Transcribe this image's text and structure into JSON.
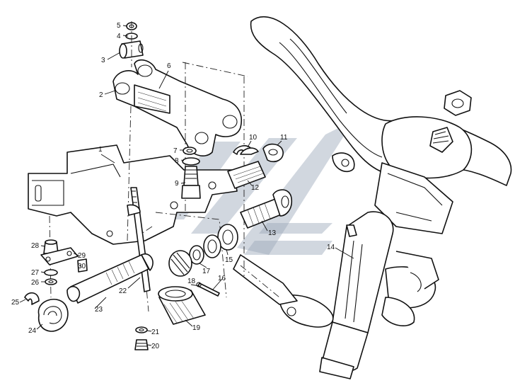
{
  "diagram": {
    "labels": [
      {
        "id": "1",
        "text": "1"
      },
      {
        "id": "2",
        "text": "2"
      },
      {
        "id": "3",
        "text": "3"
      },
      {
        "id": "4",
        "text": "4"
      },
      {
        "id": "5",
        "text": "5"
      },
      {
        "id": "6",
        "text": "6"
      },
      {
        "id": "7",
        "text": "7"
      },
      {
        "id": "8",
        "text": "8"
      },
      {
        "id": "9",
        "text": "9"
      },
      {
        "id": "10",
        "text": "10"
      },
      {
        "id": "11",
        "text": "11"
      },
      {
        "id": "12",
        "text": "12"
      },
      {
        "id": "13",
        "text": "13"
      },
      {
        "id": "14",
        "text": "14"
      },
      {
        "id": "15",
        "text": "15"
      },
      {
        "id": "16",
        "text": "16"
      },
      {
        "id": "17",
        "text": "17"
      },
      {
        "id": "18",
        "text": "18"
      },
      {
        "id": "19",
        "text": "19"
      },
      {
        "id": "20",
        "text": "20"
      },
      {
        "id": "21",
        "text": "21"
      },
      {
        "id": "22",
        "text": "22"
      },
      {
        "id": "23",
        "text": "23"
      },
      {
        "id": "24",
        "text": "24"
      },
      {
        "id": "25",
        "text": "25"
      },
      {
        "id": "26",
        "text": "26"
      },
      {
        "id": "27",
        "text": "27"
      },
      {
        "id": "28",
        "text": "28"
      },
      {
        "id": "29",
        "text": "29"
      },
      {
        "id": "30",
        "text": "30"
      }
    ],
    "colors": {
      "line": "#111111",
      "background": "#ffffff",
      "watermark": "#9aa6b8"
    }
  }
}
